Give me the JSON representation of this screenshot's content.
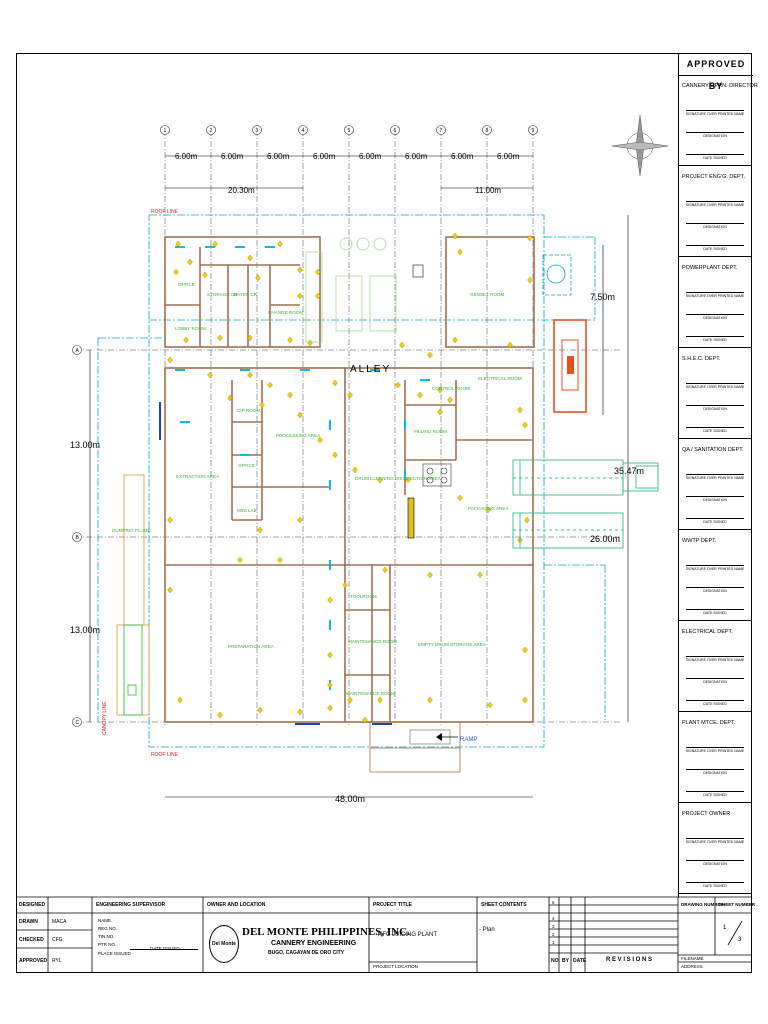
{
  "approval": {
    "title": "APPROVED BY",
    "departments": [
      "CANNERY OPRN. DIRECTOR",
      "PROJECT ENG'G. DEPT.",
      "POWERPLANT DEPT.",
      "S.H.E.C. DEPT.",
      "QA / SANITATION DEPT.",
      "WWTP DEPT.",
      "ELECTRICAL DEPT.",
      "PLANT MTCE. DEPT.",
      "PROJECT OWNER"
    ],
    "sig_label": "SIGNATURE OVER PRINTED NAME",
    "designation_label": "DESIGNATION",
    "date_label": "DATE SIGNED"
  },
  "plan": {
    "grid_top": [
      "1",
      "2",
      "3",
      "4",
      "5",
      "6",
      "7",
      "8",
      "9"
    ],
    "grid_left": [
      "A",
      "B",
      "C"
    ],
    "bay_dims": [
      "6.00m",
      "6.00m",
      "6.00m",
      "6.00m",
      "6.00m",
      "6.00m",
      "6.00m",
      "6.00m"
    ],
    "dim_2030": "20.30m",
    "dim_1100": "11.00m",
    "dim_750": "7.50m",
    "dim_1300a": "13.00m",
    "dim_1300b": "13.00m",
    "dim_3547": "35.47m",
    "dim_2600": "26.00m",
    "dim_4800": "48.00m",
    "roof_line_top": "ROOF LINE",
    "roof_line_bottom": "ROOF LINE",
    "canopy_line": "CANOPY LINE",
    "alley": "ALLEY",
    "ramp": "RAMP",
    "rooms": {
      "office_top": "OFFICE",
      "storage_1": "STORAGE CR",
      "storage_2": "WATER CR",
      "change_room": "CHANGE ROOM",
      "genset": "GENSET ROOM",
      "electrical": "ELECTRICAL ROOM",
      "lobby": "LOBBY ROOM",
      "control": "CONTROL ROOM",
      "cip": "CIP ROOM",
      "processing": "PROCESSING AREA",
      "office_mid": "OFFICE",
      "mini_lab": "MINI LAB",
      "extraction": "EXTRACTION AREA",
      "drum_cleaning": "DRUM CLEANING DISINFECTION AREA",
      "filling": "FILLING ROOM",
      "packaging": "PACKAGING AREA",
      "dumping": "DUMPING FLUME",
      "preparation": "PREPARATION AREA",
      "toolroom": "TOOLROOM",
      "maint1": "MAINTENANCE ROOM",
      "maint2": "MAINTENANCE ROOM",
      "empty_drum": "EMPTY DRUM STORAGE AREA"
    }
  },
  "title_block": {
    "designed": "DESIGNED",
    "drawn": "DRAWN",
    "drawn_val": "MACA",
    "checked": "CHECKED",
    "checked_val": "CFG",
    "approved": "APPROVED",
    "approved_val": "RYL",
    "eng_sup": "ENGINEERING SUPERVISOR",
    "name": "NAME",
    "reg_no": "REG NO.",
    "tin_no": "TIN NO.",
    "ptr_no": "PTR NO.",
    "date_issued": "DATE ISSUED",
    "place_issued": "PLACE ISSUED",
    "owner_location": "OWNER AND LOCATION",
    "company": "DEL MONTE PHILIPPINES, INC.",
    "company_sub": "CANNERY ENGINEERING",
    "company_loc": "BUGO, CAGAYAN DE ORO CITY",
    "logo_text": "Del Monte",
    "project_title": "PROJECT TITLE",
    "project_val": "NFC JUICING PLANT",
    "project_location": "PROJECT LOCATION",
    "sheet_contents": "SHEET CONTENTS",
    "sheet_val": "- Plan",
    "rev_nums": [
      "5",
      "4",
      "3",
      "2",
      "1"
    ],
    "no": "NO",
    "by": "BY",
    "date": "DATE",
    "revisions": "R E V I S I O N S",
    "drawing_number": "DRAWING NUMBER",
    "sheet_number": "SHEET NUMBER",
    "sheet_num": "1",
    "sheet_total": "3",
    "filename": "FILENAME",
    "address": "ADDRESS"
  }
}
